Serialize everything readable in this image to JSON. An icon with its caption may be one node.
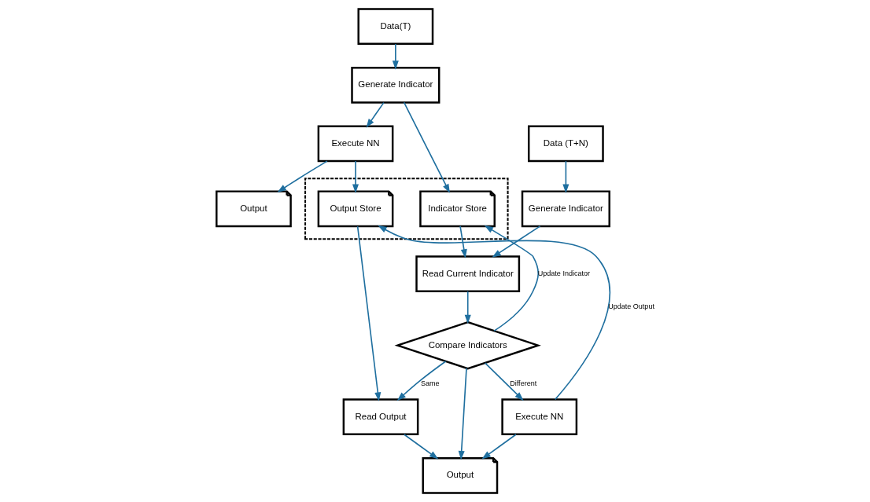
{
  "diagram": {
    "nodes": [
      {
        "text": [
          "Data(T)"
        ]
      },
      {
        "text": [
          "Generate Indicator"
        ]
      },
      {
        "text": [
          "Execute NN"
        ]
      },
      {
        "text": [
          "Output"
        ]
      },
      {
        "text": [],
        "shape": "box"
      },
      {
        "text": [
          "Indicator Store"
        ],
        "in": 4
      },
      {
        "text": [
          "Output Store"
        ],
        "in": 4
      },
      {
        "text": [
          "Data (T+N)"
        ]
      },
      {
        "text": [
          "Generate Indicator"
        ]
      },
      {
        "text": [
          "Read Current Indicator"
        ]
      },
      {
        "text": [
          "Compare Indicators"
        ]
      },
      {
        "text": [
          "Read Output"
        ]
      },
      {
        "text": [
          "Execute NN"
        ]
      },
      {
        "text": [
          "Output"
        ]
      }
    ],
    "edges": [
      {
        "from": 0,
        "to": 1,
        "arrow": "to"
      },
      {
        "from": 1,
        "to": 2,
        "arrow": "to"
      },
      {
        "from": 2,
        "to": 3,
        "arrow": "to"
      },
      {
        "from": 1,
        "to": 5,
        "arrow": "to"
      },
      {
        "from": 2,
        "to": 6,
        "arrow": "to"
      },
      {
        "from": 7,
        "to": 8,
        "arrow": "to"
      },
      {
        "from": 8,
        "to": 9,
        "arrow": "to"
      },
      {
        "from": 5,
        "to": 9,
        "arrow": "to"
      },
      {
        "from": 9,
        "to": 10,
        "arrow": "to"
      },
      {
        "from": 10,
        "to": 5,
        "arrow": "to",
        "label": "Update Indicator"
      },
      {
        "from": 10,
        "to": 11,
        "arrow": "to",
        "label": "Same"
      },
      {
        "from": 10,
        "to": 12,
        "arrow": "to",
        "label": "Different"
      },
      {
        "from": 10,
        "to": 13,
        "arrow": "to"
      },
      {
        "from": 6,
        "to": 11,
        "arrow": "to"
      },
      {
        "from": 11,
        "to": 13,
        "arrow": "to"
      },
      {
        "from": 12,
        "to": 13,
        "arrow": "to"
      },
      {
        "from": 12,
        "to": 6,
        "arrow": "to",
        "label": "Update Output"
      }
    ]
  }
}
